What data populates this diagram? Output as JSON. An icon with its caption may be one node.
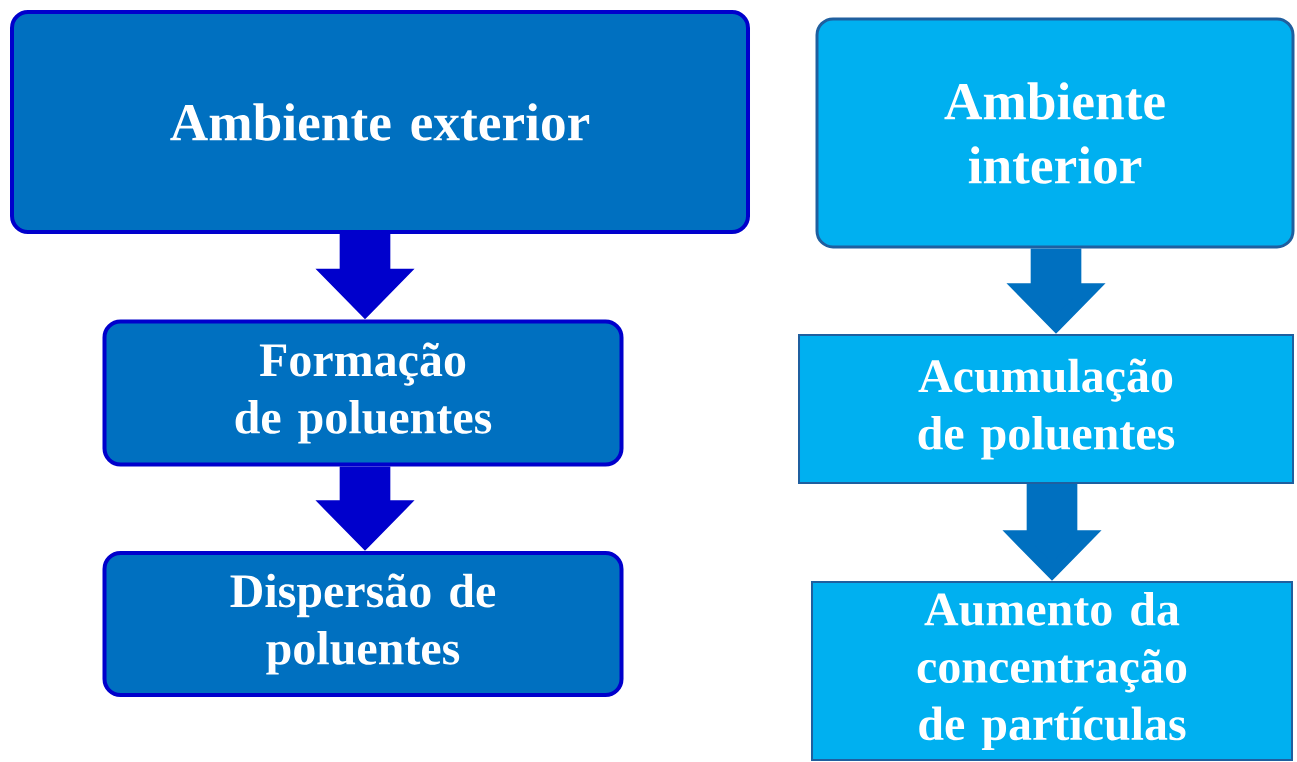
{
  "diagram": {
    "nodes": [
      {
        "text": [
          "Ambiente exterior"
        ]
      },
      {
        "text": [
          "Formação de poluentes"
        ]
      },
      {
        "text": [
          "Dispersão de poluentes"
        ]
      },
      {
        "text": [
          "Ambiente interior"
        ]
      },
      {
        "text": [
          "Acumulação de poluentes"
        ]
      },
      {
        "text": [
          "Aumento da concentração de partículas"
        ]
      }
    ],
    "edges": [
      {
        "from": 0,
        "to": 1,
        "arrow": "to",
        "color": "#0000cc"
      },
      {
        "from": 1,
        "to": 2,
        "arrow": "to",
        "color": "#0000cc"
      },
      {
        "from": 3,
        "to": 4,
        "arrow": "to",
        "color": "#0070c0"
      },
      {
        "from": 4,
        "to": 5,
        "arrow": "to",
        "color": "#0070c0"
      }
    ]
  }
}
